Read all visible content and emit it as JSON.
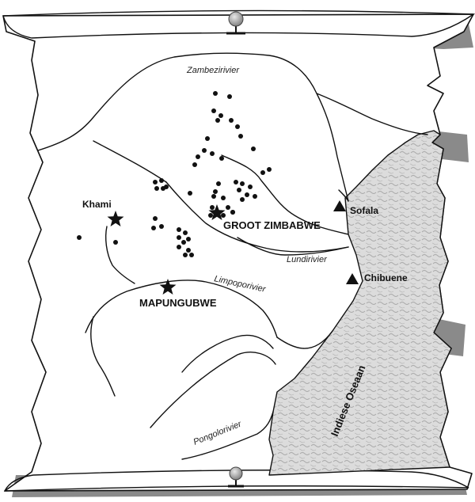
{
  "map": {
    "rivers": {
      "zambezi": "Zambezirivier",
      "lundi": "Lundirivier",
      "limpopo": "Limpoporivier",
      "pongolo": "Pongolorivier"
    },
    "sites": {
      "khami": "Khami",
      "groot_zimbabwe": "GROOT ZIMBABWE",
      "mapungubwe": "MAPUNGUBWE",
      "sofala": "Sofala",
      "chibuene": "Chibuene"
    },
    "ocean": "Indiese Oseaan",
    "colors": {
      "ocean_fill": "#d9d9d9",
      "parchment": "#ffffff",
      "shadow": "#8a8a8a",
      "ink": "#111111"
    },
    "icons": {
      "capital": "star-icon",
      "trading_post": "triangle-icon",
      "settlement": "dot-icon",
      "scroll_pin": "pushpin-icon"
    }
  }
}
